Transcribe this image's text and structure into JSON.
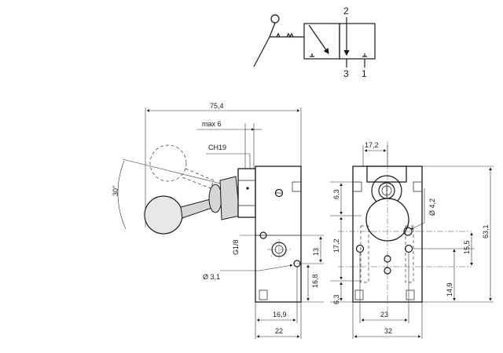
{
  "symbol": {
    "port_top": "2",
    "port_bottom_left": "3",
    "port_bottom_right": "1"
  },
  "side_view": {
    "overall_width": "75,4",
    "max_stroke": "max 6",
    "wrench": "CH19",
    "angle": "30°",
    "thread": "G1/8",
    "hole": "Ø 3,1",
    "dim_13": "13",
    "dim_16_8": "16,8",
    "dim_16_9": "16,9",
    "dim_22": "22"
  },
  "front_view": {
    "dim_17_2_top": "17,2",
    "dim_6_3_top": "6,3",
    "dim_17_2_side": "17,2",
    "dim_6_3_bottom": "6,3",
    "hole": "Ø 4,2",
    "dim_63_1": "63,1",
    "dim_15_5": "15,5",
    "dim_14_9": "14,9",
    "dim_23": "23",
    "dim_32": "32"
  }
}
